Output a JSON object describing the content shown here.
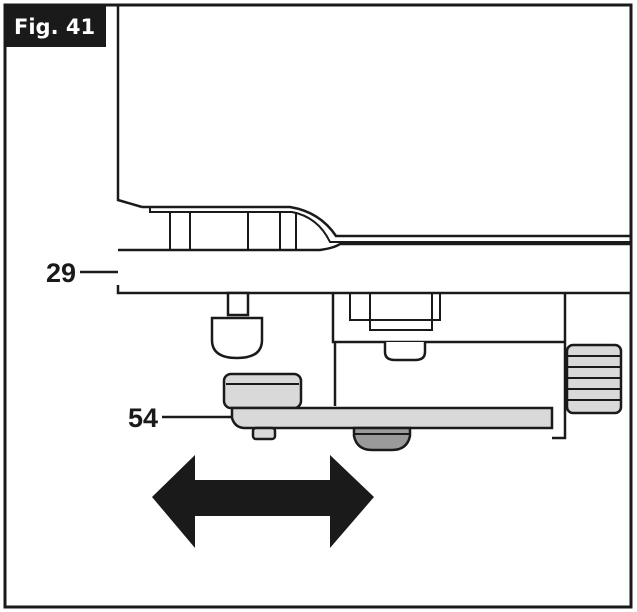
{
  "figure": {
    "label": "Fig. 41",
    "callouts": [
      {
        "number": "29"
      },
      {
        "number": "54"
      }
    ],
    "colors": {
      "outline": "#1a1a1a",
      "badge": "#1a1a1a",
      "part_fill": "#d9d9d9",
      "arrow": "#1a1a1a"
    },
    "icons": [
      "double-headed-arrow-icon"
    ]
  }
}
